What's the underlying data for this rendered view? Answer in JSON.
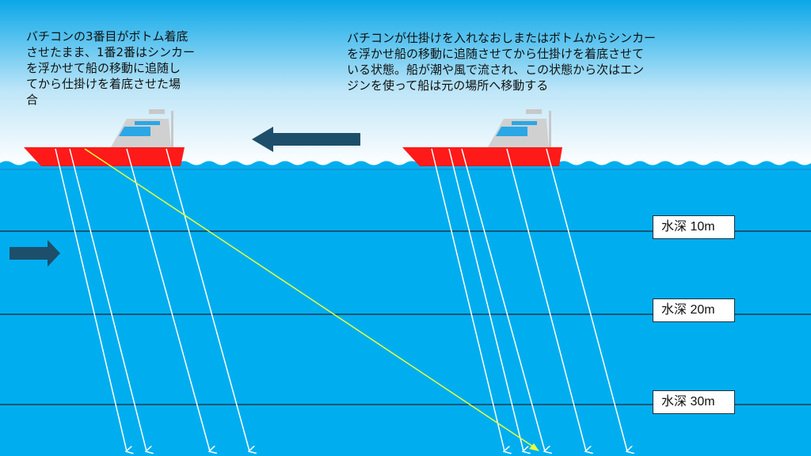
{
  "colors": {
    "sky_top": "#0aa7e8",
    "sea": "#00aeef",
    "hull": "#ff1a1a",
    "arrow_dark": "#1d4f6b",
    "line_white": "#ffffff",
    "line_yellow": "#e6ff3c",
    "depth_line": "#1e3a4c"
  },
  "captions": {
    "left": "バチコンの3番目がボトム着底\nさせたまま、1番2番はシンカー\nを浮かせて船の移動に追随し\nてから仕掛けを着底させた場\n合",
    "right": "バチコンが仕掛けを入れなおしまたはボトムからシンカー\nを浮かせ船の移動に追随させてから仕掛けを着底させて\nいる状態。船が潮や風で流され、この状態から次はエン\nジンを使って船は元の場所へ移動する"
  },
  "depth_labels": [
    "水深 10m",
    "水深 20m",
    "水深 30m"
  ],
  "icons": {
    "boat_move_arrow": "left-arrow",
    "current_arrow": "right-arrow"
  }
}
